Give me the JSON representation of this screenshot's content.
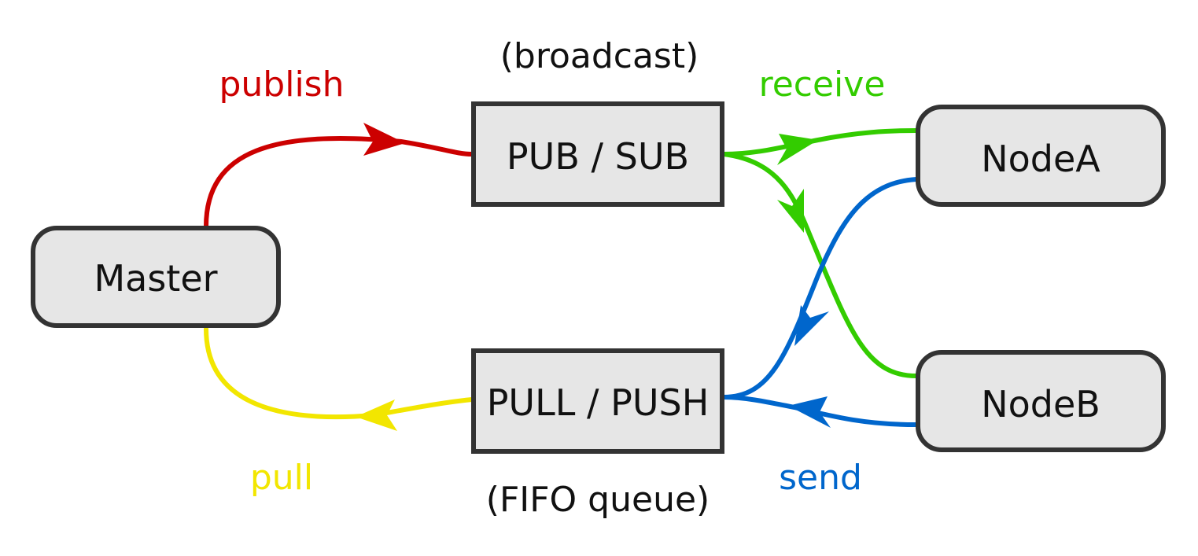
{
  "nodes": {
    "master": "Master",
    "pubsub": "PUB / SUB",
    "pullpush": "PULL / PUSH",
    "nodea": "NodeA",
    "nodeb": "NodeB"
  },
  "notes": {
    "broadcast": "(broadcast)",
    "fifo": "(FIFO queue)"
  },
  "edge_labels": {
    "publish": "publish",
    "receive": "receive",
    "send": "send",
    "pull": "pull"
  },
  "colors": {
    "publish": "#cc0000",
    "receive": "#33cc00",
    "send": "#0066cc",
    "pull": "#f2e600",
    "box_fill": "#e6e6e6",
    "box_stroke": "#333333"
  }
}
